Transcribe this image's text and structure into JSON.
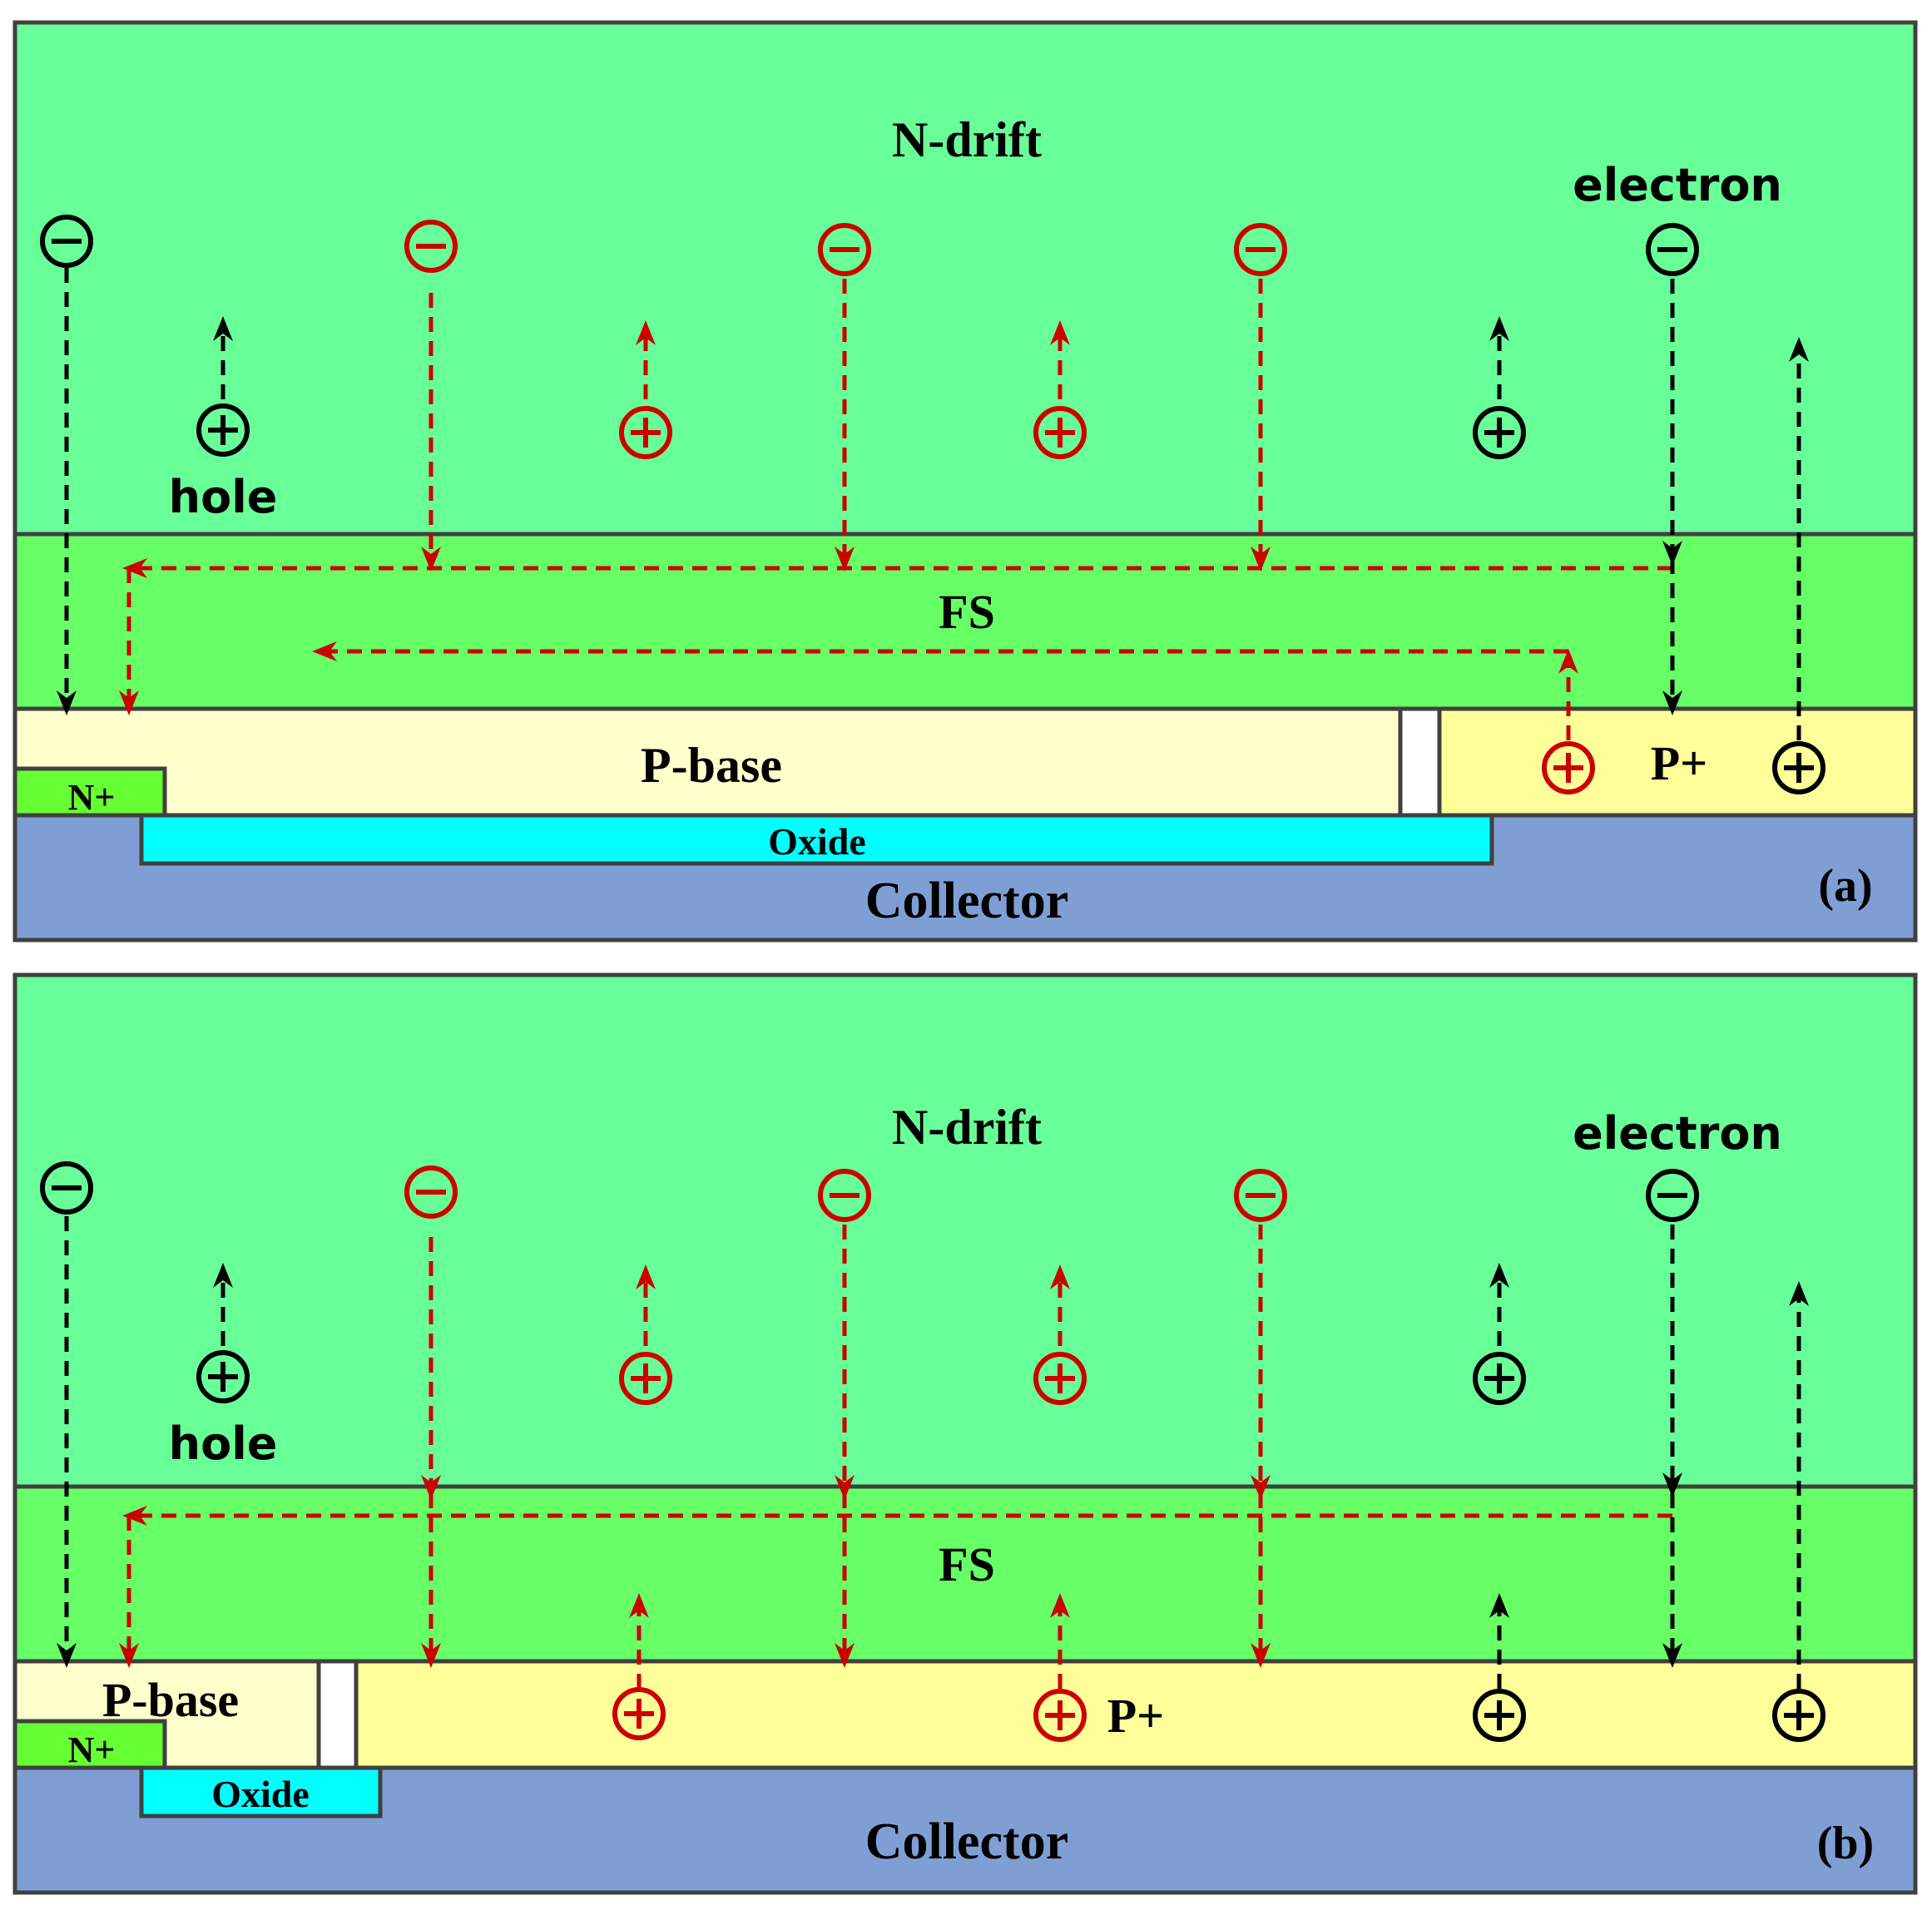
{
  "colors": {
    "drift": "#69FF98",
    "fs": "#66FF66",
    "pbase": "#FFFFCC",
    "pplus": "#FFFF99",
    "nplus": "#66FF33",
    "oxide": "#00FFFF",
    "collector": "#7F9FD4",
    "red_carrier": "#CC0000",
    "black_carrier": "#000000",
    "border": "#404040"
  },
  "panel_a": {
    "label_drift": "N-drift",
    "label_fs": "FS",
    "label_pbase": "P-base",
    "label_pplus": "P+",
    "label_nplus": "N+",
    "label_oxide": "Oxide",
    "label_collector": "Collector",
    "label_electron": "electron",
    "label_hole": "hole",
    "panel_tag": "(a)"
  },
  "panel_b": {
    "label_drift": "N-drift",
    "label_fs": "FS",
    "label_pbase": "P-base",
    "label_pplus": "P+",
    "label_nplus": "N+",
    "label_oxide": "Oxide",
    "label_collector": "Collector",
    "label_electron": "electron",
    "label_hole": "hole",
    "panel_tag": "(b)"
  },
  "symbols": {
    "electron": "electron-minus-icon",
    "hole": "hole-plus-icon"
  }
}
